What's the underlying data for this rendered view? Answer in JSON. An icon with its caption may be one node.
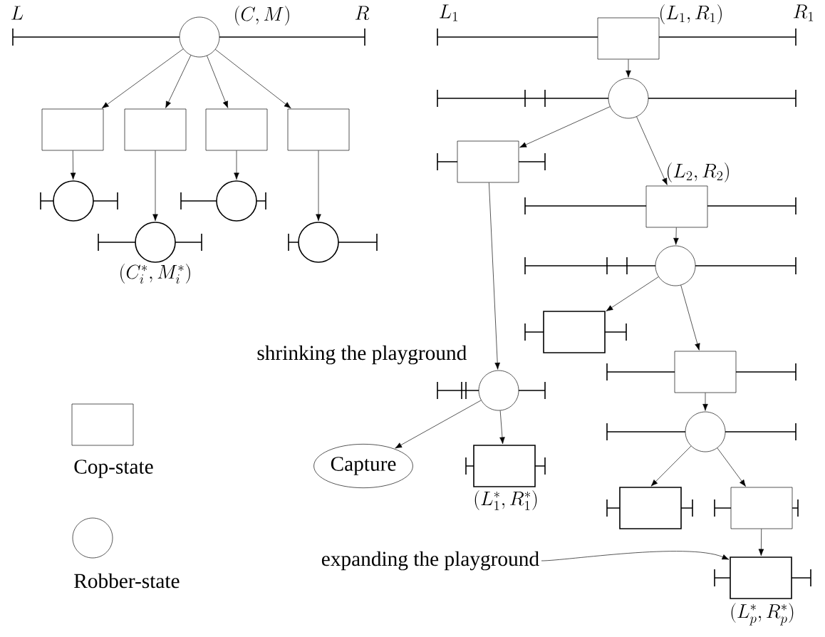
{
  "diagram": {
    "nodes": [
      {
        "text": [],
        "shape": "circle",
        "beside": [
          "(C, M)"
        ]
      },
      {
        "text": [],
        "shape": "box"
      },
      {
        "text": [],
        "shape": "box"
      },
      {
        "text": [],
        "shape": "box"
      },
      {
        "text": [],
        "shape": "box"
      },
      {
        "text": [],
        "shape": "circle"
      },
      {
        "text": [],
        "shape": "circle",
        "beside": [
          "(C_i^*, M_i^*)"
        ]
      },
      {
        "text": [],
        "shape": "circle"
      },
      {
        "text": [],
        "shape": "circle"
      },
      {
        "text": [],
        "shape": "box",
        "beside": [
          "(L_1, R_1)"
        ]
      },
      {
        "text": [],
        "shape": "circle"
      },
      {
        "text": [],
        "shape": "box"
      },
      {
        "text": [],
        "shape": "box",
        "beside": [
          "(L_2, R_2)"
        ]
      },
      {
        "text": [],
        "shape": "circle"
      },
      {
        "text": [],
        "shape": "box"
      },
      {
        "text": [],
        "shape": "box"
      },
      {
        "text": [],
        "shape": "circle"
      },
      {
        "text": [
          "Capture"
        ]
      },
      {
        "text": [],
        "shape": "box",
        "beside": [
          "(L_1^*, R_1^*)"
        ]
      },
      {
        "text": [],
        "shape": "circle"
      },
      {
        "text": [],
        "shape": "box"
      },
      {
        "text": [],
        "shape": "box"
      },
      {
        "text": [],
        "shape": "box",
        "beside": [
          "(L_p^*, R_p^*)"
        ]
      },
      {
        "text": [
          "expanding the playground"
        ]
      }
    ],
    "edges": [
      {
        "from": 0,
        "to": 1,
        "arrow": "to"
      },
      {
        "from": 0,
        "to": 2,
        "arrow": "to"
      },
      {
        "from": 0,
        "to": 3,
        "arrow": "to"
      },
      {
        "from": 0,
        "to": 4,
        "arrow": "to"
      },
      {
        "from": 1,
        "to": 5,
        "arrow": "to"
      },
      {
        "from": 2,
        "to": 6,
        "arrow": "to"
      },
      {
        "from": 3,
        "to": 7,
        "arrow": "to"
      },
      {
        "from": 4,
        "to": 8,
        "arrow": "to"
      },
      {
        "from": 9,
        "to": 10,
        "arrow": "to"
      },
      {
        "from": 10,
        "to": 11,
        "arrow": "to"
      },
      {
        "from": 10,
        "to": 12,
        "arrow": "to"
      },
      {
        "from": 11,
        "to": 16,
        "arrow": "to"
      },
      {
        "from": 12,
        "to": 13,
        "arrow": "to"
      },
      {
        "from": 13,
        "to": 14,
        "arrow": "to"
      },
      {
        "from": 13,
        "to": 15,
        "arrow": "to"
      },
      {
        "from": 15,
        "to": 19,
        "arrow": "to"
      },
      {
        "from": 16,
        "to": 17,
        "arrow": "to"
      },
      {
        "from": 16,
        "to": 18,
        "arrow": "to"
      },
      {
        "from": 19,
        "to": 20,
        "arrow": "to"
      },
      {
        "from": 19,
        "to": 21,
        "arrow": "to"
      },
      {
        "from": 21,
        "to": 22,
        "arrow": "to"
      },
      {
        "from": 23,
        "to": 22,
        "arrow": "to"
      }
    ],
    "labels": [
      "L",
      "R",
      "L_1",
      "R_1",
      "shrinking the playground"
    ],
    "legend": [
      {
        "text": "Cop-state"
      },
      {
        "text": "Robber-state"
      }
    ]
  }
}
